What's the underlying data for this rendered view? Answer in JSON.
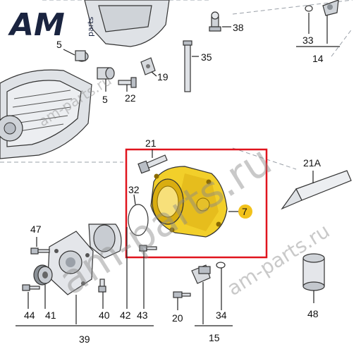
{
  "logo": {
    "main": "AM",
    "sub": "parts"
  },
  "watermarks": [
    "am-parts.ru",
    "am-parts.ru",
    "am-parts.ru"
  ],
  "callouts": {
    "p38": "38",
    "p5a": "5",
    "p35": "35",
    "p33": "33",
    "p14": "14",
    "p19": "19",
    "p22": "22",
    "p5b": "5",
    "p21": "21",
    "p21a": "21A",
    "p32": "32",
    "p7": "7",
    "p47": "47",
    "p44": "44",
    "p41": "41",
    "p40": "40",
    "p42": "42",
    "p43": "43",
    "p39": "39",
    "p20": "20",
    "p34": "34",
    "p15": "15",
    "p48": "48"
  },
  "colors": {
    "highlight_box": "#e0141e",
    "housing": "#f2cf2a",
    "housing_dark": "#c9a411",
    "badge": "#f2c21b",
    "parts_gray": "#d7dadf"
  }
}
